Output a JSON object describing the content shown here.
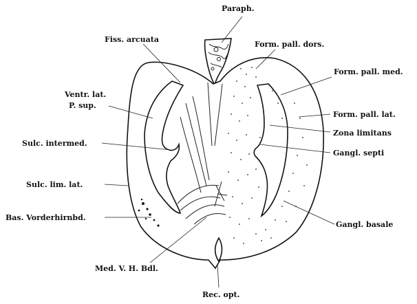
{
  "labels": {
    "paraph": "Paraph.",
    "fiss_arcuata": "Fiss. arcuata",
    "form_pall_dors": "Form. pall. dors.",
    "form_pall_med": "Form. pall. med.",
    "ventr_lat": "Ventr. lat.",
    "p_sup": "P. sup.",
    "form_pall_lat": "Form. pall. lat.",
    "zona_limitans": "Zona limitans",
    "sulc_intermed": "Sulc. intermed.",
    "gangl_septi": "Gangl. septi",
    "sulc_lim_lat": "Sulc. lim. lat.",
    "bas_vorderhirnbd": "Bas. Vorderhirnbd.",
    "gangl_basale": "Gangl. basale",
    "med_v_h_bdl": "Med. V. H. Bdl.",
    "rec_opt": "Rec. opt."
  },
  "colors": {
    "ink": "#111111",
    "paper": "#ffffff"
  }
}
